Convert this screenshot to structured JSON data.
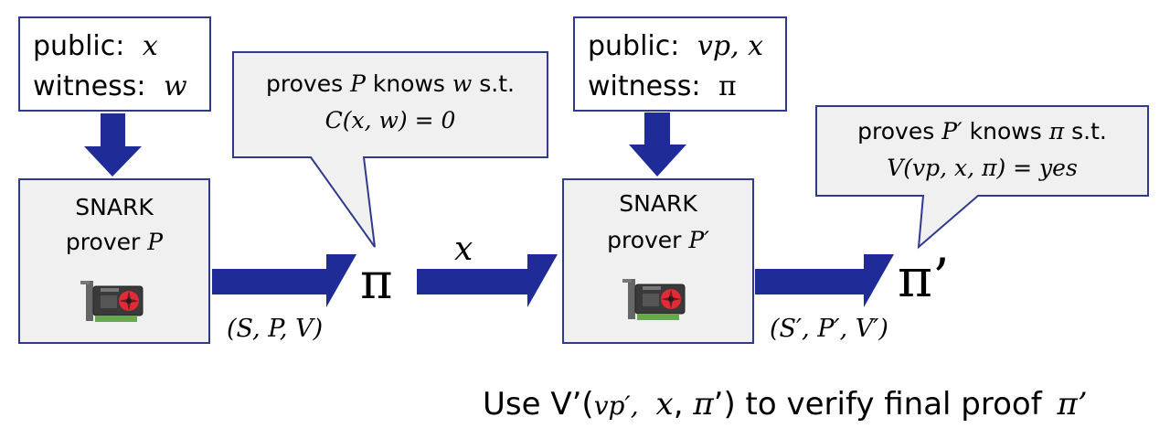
{
  "left_input": {
    "public_label": "public:",
    "public_value": "x",
    "witness_label": "witness:",
    "witness_value": "w"
  },
  "left_callout": {
    "line1_prefix": "proves",
    "line1_var": "P",
    "line1_mid": "knows",
    "line1_var2": "w",
    "line1_suffix": "s.t.",
    "line2": "C(x, w) = 0"
  },
  "left_prover": {
    "title": "SNARK",
    "subtitle_prefix": "prover",
    "subtitle_var": "P"
  },
  "left_system_label": "(S, P, V)",
  "left_proof": "π",
  "middle_arrow_label": "x",
  "right_input": {
    "public_label": "public:",
    "public_value": "vp, x",
    "witness_label": "witness:",
    "witness_value": "π"
  },
  "right_callout": {
    "line1_prefix": "proves",
    "line1_var": "P′",
    "line1_mid": "knows",
    "line1_var2": "π",
    "line1_suffix": "s.t.",
    "line2": "V(vp, x, π) = yes"
  },
  "right_prover": {
    "title": "SNARK",
    "subtitle_prefix": "prover",
    "subtitle_var": "P′"
  },
  "right_system_label": "(S′, P′, V′)",
  "right_proof": "π’",
  "footer": {
    "use": "Use",
    "verifier": "V’(",
    "vp": "vp′,",
    "x": "x",
    "comma": ",",
    "pi": "π",
    "close": "’) to verify final proof",
    "final": "π’"
  },
  "icons": {
    "gpu": "gpu-card-icon"
  },
  "colors": {
    "arrow": "#1f2b97",
    "border": "#2f3a8c",
    "gray": "#f0f0f0",
    "fan": "#e22b37"
  }
}
